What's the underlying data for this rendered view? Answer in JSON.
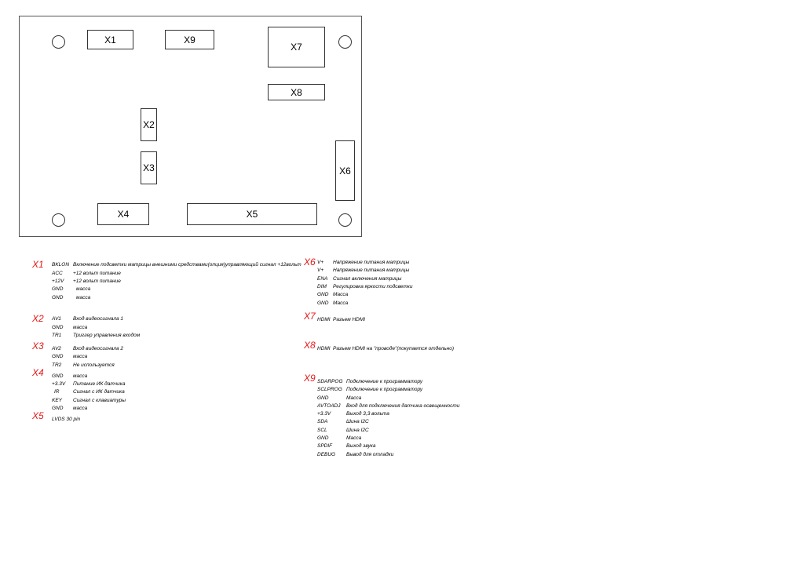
{
  "board": {
    "connectors": [
      "X1",
      "X9",
      "X7",
      "X8",
      "X2",
      "X3",
      "X6",
      "X4",
      "X5"
    ]
  },
  "legend": {
    "x1": {
      "title": "X1",
      "rows": [
        {
          "pin": "BKLON",
          "desc": "Включение подсветки матрицы внешними средствами(опция)управляющий сигнал +12вольт"
        },
        {
          "pin": "ACC",
          "desc": "+12 вольт питание"
        },
        {
          "pin": "+12V",
          "desc": "+12 вольт питание"
        },
        {
          "pin": "GND",
          "desc": "масса"
        },
        {
          "pin": "GND",
          "desc": "масса"
        }
      ]
    },
    "x2": {
      "title": "X2",
      "rows": [
        {
          "pin": "AV1",
          "desc": "Вход видеосигнала 1"
        },
        {
          "pin": "GND",
          "desc": "масса"
        },
        {
          "pin": "TR1",
          "desc": "Триггер управления входом"
        }
      ]
    },
    "x3": {
      "title": "X3",
      "rows": [
        {
          "pin": "AV2",
          "desc": "Вход видеосигнала 2"
        },
        {
          "pin": "GND",
          "desc": "масса"
        },
        {
          "pin": "TR2",
          "desc": "Не используется"
        }
      ]
    },
    "x4": {
      "title": "X4",
      "rows": [
        {
          "pin": "GND",
          "desc": "масса"
        },
        {
          "pin": "+3.3V",
          "desc": "Питание ИК датчика"
        },
        {
          "pin": "IR",
          "desc": "Сигнал с ИК датчика"
        },
        {
          "pin": "KEY",
          "desc": "Сигнал с клавиатуры"
        },
        {
          "pin": "GND",
          "desc": "масса"
        }
      ]
    },
    "x5": {
      "title": "X5",
      "rows": [
        {
          "pin": "LVDS 30 pin",
          "desc": ""
        }
      ]
    },
    "x6": {
      "title": "X6",
      "rows": [
        {
          "pin": "V+",
          "desc": "Напряжение питания матрицы"
        },
        {
          "pin": "V+",
          "desc": "Напряжение питания матрицы"
        },
        {
          "pin": "ENA",
          "desc": "Сигнал включения матрицы"
        },
        {
          "pin": "DIM",
          "desc": "Регулировка яркости подсветки"
        },
        {
          "pin": "GND",
          "desc": "Масса"
        },
        {
          "pin": "GND",
          "desc": "Масса"
        }
      ]
    },
    "x7": {
      "title": "X7",
      "rows": [
        {
          "pin": "HDMI",
          "desc": "Разъем HDMI"
        }
      ]
    },
    "x8": {
      "title": "X8",
      "rows": [
        {
          "pin": "HDMI",
          "desc": "Разъем HDMI на \"проводе\"(покупается отдельно)"
        }
      ]
    },
    "x9": {
      "title": "X9",
      "rows": [
        {
          "pin": "SDARPOG",
          "desc": "Подключение к программатору"
        },
        {
          "pin": "SCLPROG",
          "desc": "Подключение к программатору"
        },
        {
          "pin": "GND",
          "desc": "Масса"
        },
        {
          "pin": "AVTOADJ",
          "desc": "Вход для подключения датчика освещенности"
        },
        {
          "pin": "+3.3V",
          "desc": "Выход 3,3 вольта"
        },
        {
          "pin": "SDA",
          "desc": "Шина I2C"
        },
        {
          "pin": "SCL",
          "desc": "Шина I2C"
        },
        {
          "pin": "GND",
          "desc": "Масса"
        },
        {
          "pin": "SPDIF",
          "desc": "Выход звука"
        },
        {
          "pin": "DEBUG",
          "desc": "Вывод для отладки"
        }
      ]
    }
  }
}
